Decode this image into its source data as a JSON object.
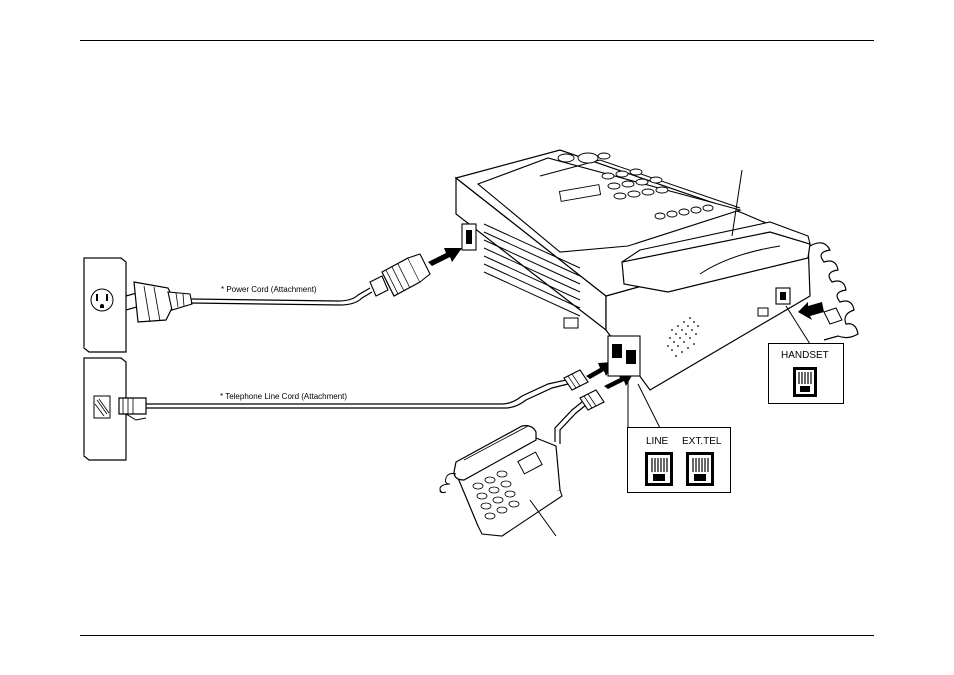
{
  "cords": {
    "power_cord": "* Power Cord (Attachment)",
    "line_cord": "* Telephone Line Cord (Attachment)"
  },
  "ports": {
    "handset": "HANDSET",
    "line": "LINE",
    "ext_tel": "EXT.TEL"
  },
  "colors": {
    "stroke": "#000000",
    "background": "#ffffff"
  }
}
